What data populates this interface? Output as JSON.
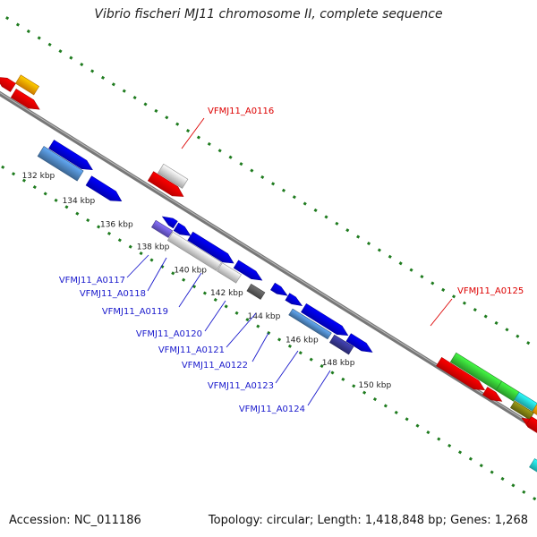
{
  "title": "Vibrio fischeri MJ11 chromosome II, complete sequence",
  "footer": {
    "accession": "Accession: NC_011186",
    "summary": "Topology: circular; Length: 1,418,848 bp; Genes: 1,268"
  },
  "ticks": [
    "132 kbp",
    "134 kbp",
    "136 kbp",
    "138 kbp",
    "140 kbp",
    "142 kbp",
    "144 kbp",
    "146 kbp",
    "148 kbp",
    "150 kbp"
  ],
  "labels": [
    {
      "text": "VFMJ11_A0116",
      "color": "#dd0000"
    },
    {
      "text": "VFMJ11_A0125",
      "color": "#dd0000"
    },
    {
      "text": "VFMJ11_A0117",
      "color": "#1a1acc"
    },
    {
      "text": "VFMJ11_A0118",
      "color": "#1a1acc"
    },
    {
      "text": "VFMJ11_A0119",
      "color": "#1a1acc"
    },
    {
      "text": "VFMJ11_A0120",
      "color": "#1a1acc"
    },
    {
      "text": "VFMJ11_A0121",
      "color": "#1a1acc"
    },
    {
      "text": "VFMJ11_A0122",
      "color": "#1a1acc"
    },
    {
      "text": "VFMJ11_A0123",
      "color": "#1a1acc"
    },
    {
      "text": "VFMJ11_A0124",
      "color": "#1a1acc"
    }
  ],
  "colors": {
    "backbone": "#888888",
    "dots": "#1e7b1e",
    "red": "#ee0000",
    "orange": "#ff9900",
    "blue": "#0000dd",
    "steel": "#4a7fb8",
    "gray": "#cfcfcf",
    "dark_gray": "#555555",
    "green": "#33bb33",
    "cyan": "#22cccc",
    "purple": "#6655cc",
    "navy": "#333388",
    "olive": "#777711"
  }
}
